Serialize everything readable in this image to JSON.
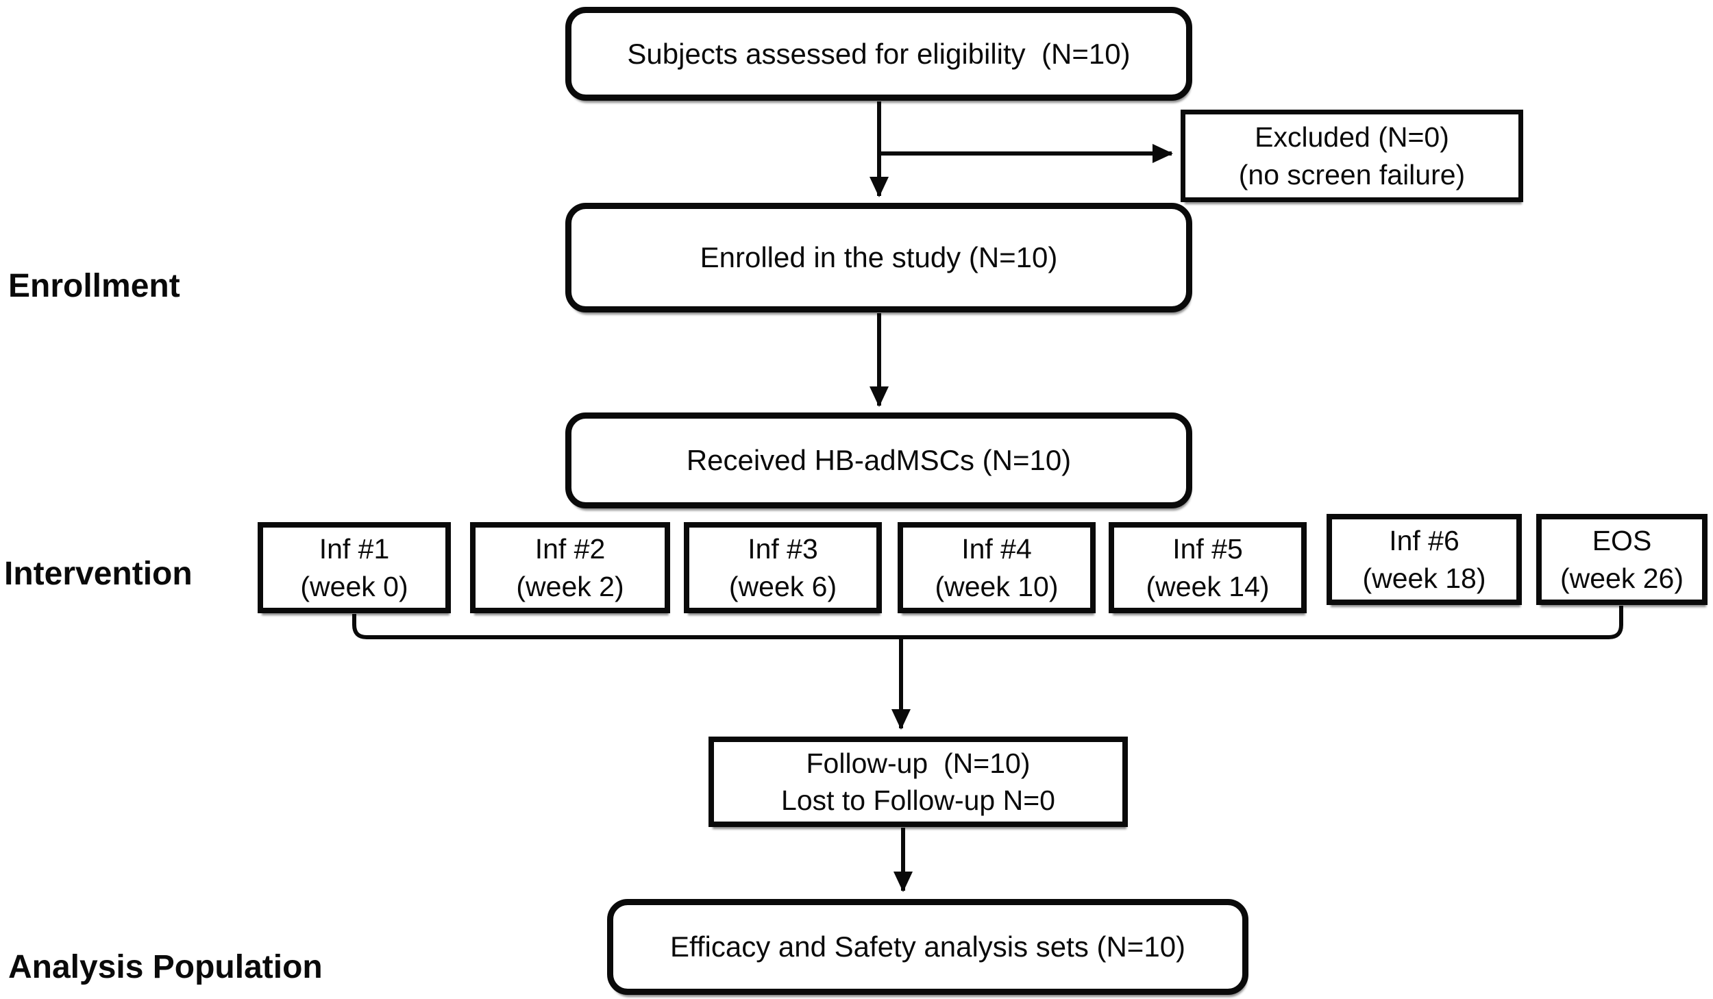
{
  "figure": {
    "colors": {
      "background": "#ffffff",
      "line": "#0a0a0a",
      "text": "#0a0a0a"
    },
    "stages": [
      {
        "label": "Enrollment"
      },
      {
        "label": "Intervention"
      },
      {
        "label": "Analysis Population"
      }
    ],
    "nodes": {
      "eligibility": {
        "label": "Subjects assessed for eligibility  (N=10)"
      },
      "excluded": {
        "line1": "Excluded (N=0)",
        "line2": "(no screen failure)"
      },
      "enrolled": {
        "label": "Enrolled in the study (N=10)"
      },
      "received": {
        "label": "Received HB-adMSCs (N=10)"
      },
      "followup": {
        "line1": "Follow-up  (N=10)",
        "line2": "Lost to Follow-up N=0"
      },
      "analysis": {
        "label": "Efficacy and Safety analysis sets (N=10)"
      }
    },
    "interventions": [
      {
        "line1": "Inf #1",
        "line2": "(week 0)"
      },
      {
        "line1": "Inf #2",
        "line2": "(week 2)"
      },
      {
        "line1": "Inf #3",
        "line2": "(week 6)"
      },
      {
        "line1": "Inf #4",
        "line2": "(week 10)"
      },
      {
        "line1": "Inf #5",
        "line2": "(week 14)"
      },
      {
        "line1": "Inf #6",
        "line2": "(week 18)"
      },
      {
        "line1": "EOS",
        "line2": "(week 26)"
      }
    ]
  }
}
